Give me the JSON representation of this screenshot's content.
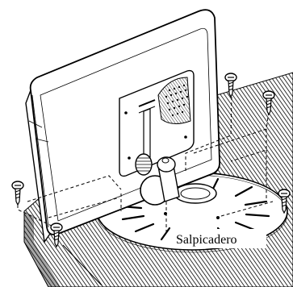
{
  "diagram": {
    "dashboard_label": "Salpicadero",
    "colors": {
      "line": "#000000",
      "background": "#ffffff",
      "hatch": "#000000",
      "dashed_guide": "#000000"
    },
    "icons": {
      "screw": "screw-icon",
      "device": "navigation-unit-back",
      "mount": "suction-mount-base"
    }
  }
}
